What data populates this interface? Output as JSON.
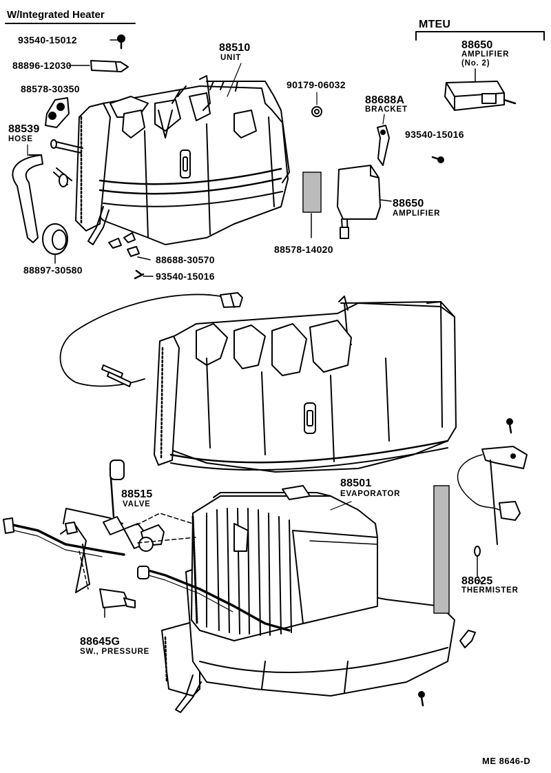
{
  "header": {
    "title": "W/Integrated Heater",
    "variant": "MTEU"
  },
  "parts": {
    "p_93540_15012": "93540-15012",
    "p_88896_12030": "88896-12030",
    "p_88578_30350": "88578-30350",
    "p_88539": {
      "number": "88539",
      "name": "HOSE"
    },
    "p_88510": {
      "number": "88510",
      "name": "UNIT"
    },
    "p_90179_06032": "90179-06032",
    "p_88688A": {
      "number": "88688A",
      "name": "BRACKET"
    },
    "p_93540_15016_a": "93540-15016",
    "p_88650_no2": {
      "number": "88650",
      "name": "AMPLIFIER",
      "sub": "(No. 2)"
    },
    "p_88650": {
      "number": "88650",
      "name": "AMPLIFIER"
    },
    "p_88578_14020": "88578-14020",
    "p_88688_30570": "88688-30570",
    "p_88897_30580": "88897-30580",
    "p_93540_15016_b": "93540-15016",
    "p_88515": {
      "number": "88515",
      "name": "VALVE"
    },
    "p_88501": {
      "number": "88501",
      "name": "EVAPORATOR"
    },
    "p_88625": {
      "number": "88625",
      "name": "THERMISTER"
    },
    "p_88645G": {
      "number": "88645G",
      "name": "SW., PRESSURE"
    }
  },
  "footer": {
    "code": "ME  8646-D"
  }
}
